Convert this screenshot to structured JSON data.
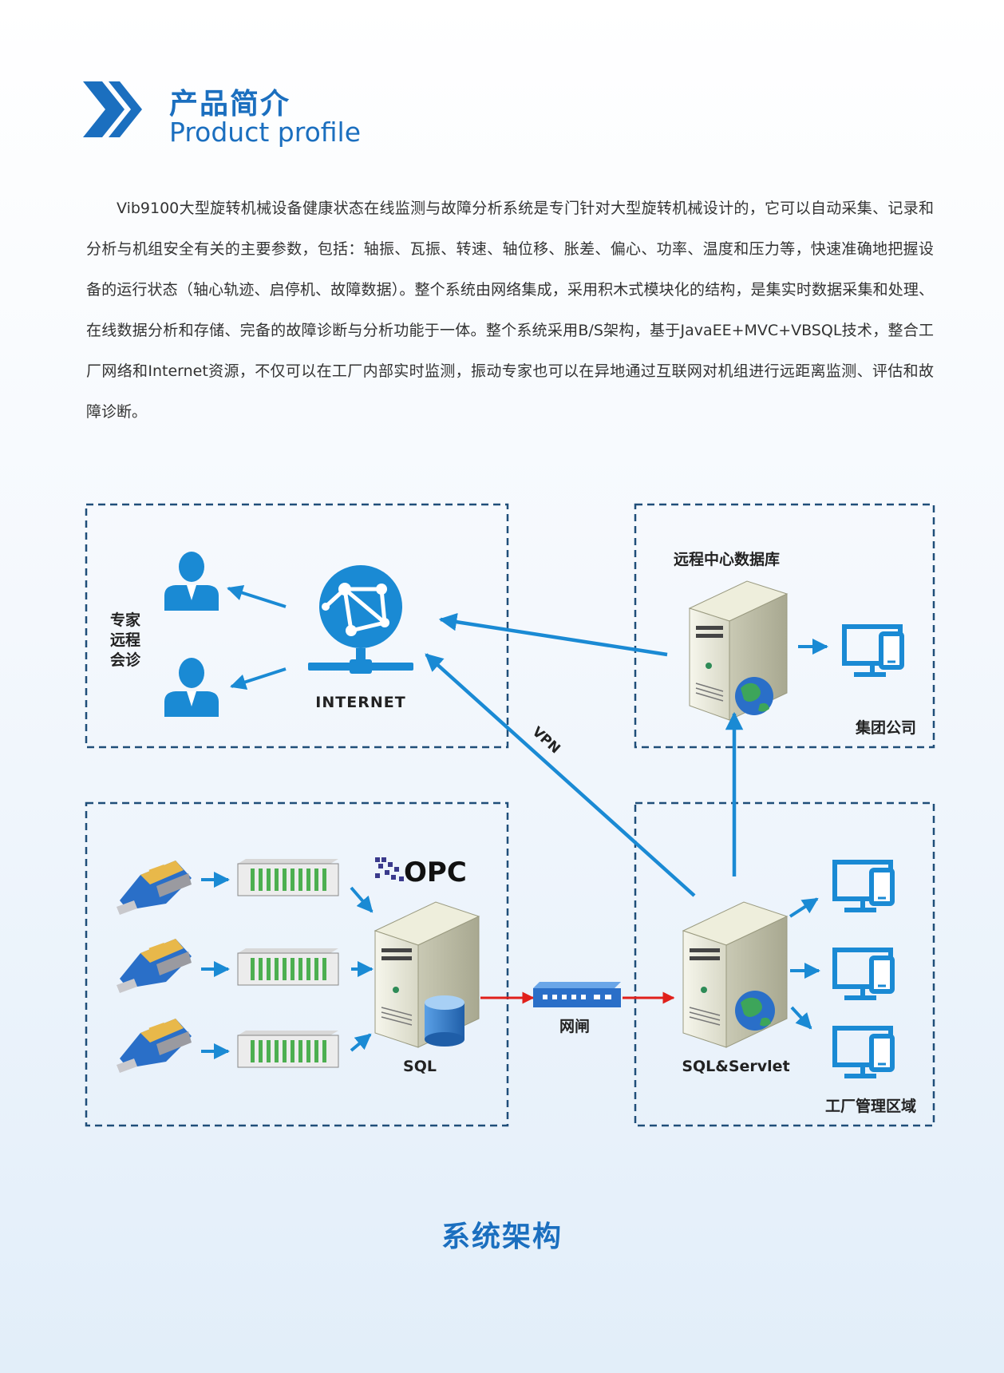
{
  "header": {
    "title_cn": "产品简介",
    "title_en": "Product profile"
  },
  "intro": {
    "paragraph": "Vib9100大型旋转机械设备健康状态在线监测与故障分析系统是专门针对大型旋转机械设计的，它可以自动采集、记录和分析与机组安全有关的主要参数，包括：轴振、瓦振、转速、轴位移、胀差、偏心、功率、温度和压力等，快速准确地把握设备的运行状态（轴心轨迹、启停机、故障数据）。整个系统由网络集成，采用积木式模块化的结构，是集实时数据采集和处理、在线数据分析和存储、完备的故障诊断与分析功能于一体。整个系统采用B/S架构，基于JavaEE+MVC+VBSQL技术，整合工厂网络和Internet资源，不仅可以在工厂内部实时监测，振动专家也可以在异地通过互联网对机组进行远距离监测、评估和故障诊断。"
  },
  "diagram": {
    "expert_label": [
      "专家",
      "远程",
      "会诊"
    ],
    "internet_label": "INTERNET",
    "remote_db_label": "远程中心数据库",
    "group_label": "集团公司",
    "vpn_label": "VPN",
    "opc_label": "OPC",
    "sql_label": "SQL",
    "gateway_label": "网闸",
    "servlet_label": "SQL&Servlet",
    "factory_label": "工厂管理区域"
  },
  "caption": "系统架构",
  "colors": {
    "accent": "#1b6fbf",
    "icon_blue": "#1a8ad4",
    "dashed_border": "#1f4e79",
    "gateway_link": "#e0201b"
  }
}
